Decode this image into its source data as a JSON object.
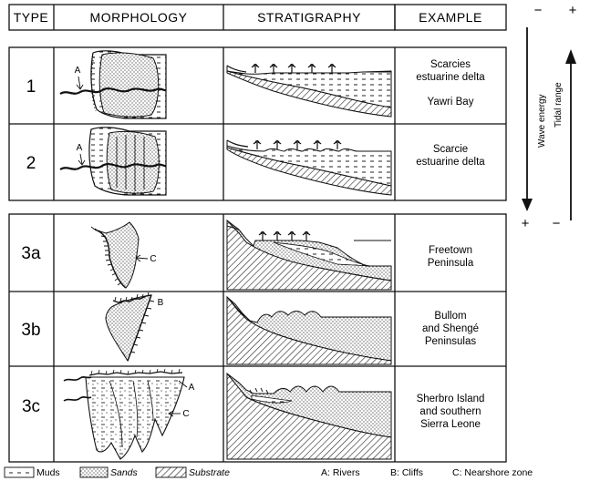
{
  "headers": {
    "type": "TYPE",
    "morphology": "MORPHOLOGY",
    "stratigraphy": "STRATIGRAPHY",
    "example": "EXAMPLE"
  },
  "rows": [
    {
      "type": "1",
      "example": [
        "Scarcies",
        "estuarine delta",
        "",
        "Yawri Bay"
      ],
      "callouts": [
        "A"
      ]
    },
    {
      "type": "2",
      "example": [
        "Scarcie",
        "estuarine delta"
      ],
      "callouts": [
        "A"
      ]
    },
    {
      "type": "3a",
      "example": [
        "Freetown",
        "Peninsula"
      ],
      "callouts": [
        "C"
      ]
    },
    {
      "type": "3b",
      "example": [
        "Bullom",
        "and Shengé",
        "Peninsulas"
      ],
      "callouts": [
        "B"
      ]
    },
    {
      "type": "3c",
      "example": [
        "Sherbro Island",
        "and southern",
        "Sierra Leone"
      ],
      "callouts": [
        "A",
        "C"
      ]
    }
  ],
  "axes": {
    "wave": {
      "label": "Wave energy",
      "top_sign": "−",
      "bottom_sign": "+"
    },
    "tidal": {
      "label": "Tidal range",
      "top_sign": "+",
      "bottom_sign": "−"
    }
  },
  "legend": {
    "muds": "Muds",
    "sands": "Sands",
    "substrate": "Substrate",
    "rivers": "A: Rivers",
    "cliffs": "B: Cliffs",
    "nearshore": "C: Nearshore zone"
  }
}
